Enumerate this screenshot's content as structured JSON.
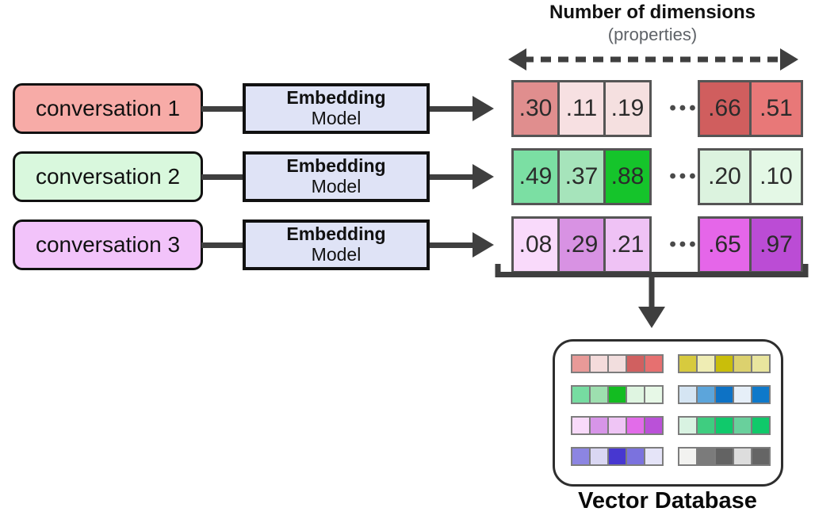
{
  "header": {
    "title": "Number of dimensions",
    "subtitle": "(properties)"
  },
  "rows": [
    {
      "conversation": {
        "label": "conversation 1",
        "bg": "#F7ABA7"
      },
      "embedding": {
        "line1": "Embedding",
        "line2": "Model"
      },
      "vector": {
        "head": [
          {
            "v": ".30",
            "bg": "#E08E8E"
          },
          {
            "v": ".11",
            "bg": "#F7E0E2"
          },
          {
            "v": ".19",
            "bg": "#F5E0E0"
          }
        ],
        "dots": "•••",
        "tail": [
          {
            "v": ".66",
            "bg": "#D05E5E"
          },
          {
            "v": ".51",
            "bg": "#E87878"
          }
        ]
      }
    },
    {
      "conversation": {
        "label": "conversation 2",
        "bg": "#D9F8DD"
      },
      "embedding": {
        "line1": "Embedding",
        "line2": "Model"
      },
      "vector": {
        "head": [
          {
            "v": ".49",
            "bg": "#7BDFA3"
          },
          {
            "v": ".37",
            "bg": "#A6E4BB"
          },
          {
            "v": ".88",
            "bg": "#15C42B"
          }
        ],
        "dots": "•••",
        "tail": [
          {
            "v": ".20",
            "bg": "#DCF3DF"
          },
          {
            "v": ".10",
            "bg": "#E4F8E6"
          }
        ]
      }
    },
    {
      "conversation": {
        "label": "conversation 3",
        "bg": "#F2C3FA"
      },
      "embedding": {
        "line1": "Embedding",
        "line2": "Model"
      },
      "vector": {
        "head": [
          {
            "v": ".08",
            "bg": "#F9DAFB"
          },
          {
            "v": ".29",
            "bg": "#D892E3"
          },
          {
            "v": ".21",
            "bg": "#EFC2F5"
          }
        ],
        "dots": "•••",
        "tail": [
          {
            "v": ".65",
            "bg": "#E566E9"
          },
          {
            "v": ".97",
            "bg": "#BB4CD5"
          }
        ]
      }
    }
  ],
  "database": {
    "label": "Vector Database",
    "strips": [
      [
        "#E89A98",
        "#F4DBDB",
        "#F2DEDE",
        "#D06060",
        "#E67070"
      ],
      [
        "#D7CA3E",
        "#EFEDB4",
        "#C9BE0A",
        "#DCD16E",
        "#E9E59E"
      ],
      [
        "#76DCA1",
        "#9DDFAF",
        "#13BC21",
        "#DFF5E1",
        "#E7F8E7"
      ],
      [
        "#D5E5F3",
        "#5CA5DB",
        "#0D72C5",
        "#E6EFF8",
        "#0E79CA"
      ],
      [
        "#F8DAFA",
        "#D795E8",
        "#EFC5F5",
        "#E26CE9",
        "#BA51D8"
      ],
      [
        "#D9F3E2",
        "#3FCD80",
        "#10C96B",
        "#69D09C",
        "#10C96A"
      ],
      [
        "#8C85E2",
        "#DAD7F3",
        "#4737D0",
        "#7B72DE",
        "#E5E4F8"
      ],
      [
        "#F2F2F0",
        "#7B7B7B",
        "#636363",
        "#DDDDDD",
        "#656565"
      ]
    ]
  },
  "theme": {
    "arrow_color": "#3F3F3F",
    "box_border_color": "#111111",
    "vector_cell_border_color": "#555555",
    "embedding_bg": "#DFE3F6",
    "subtitle_color": "#5F6368"
  }
}
